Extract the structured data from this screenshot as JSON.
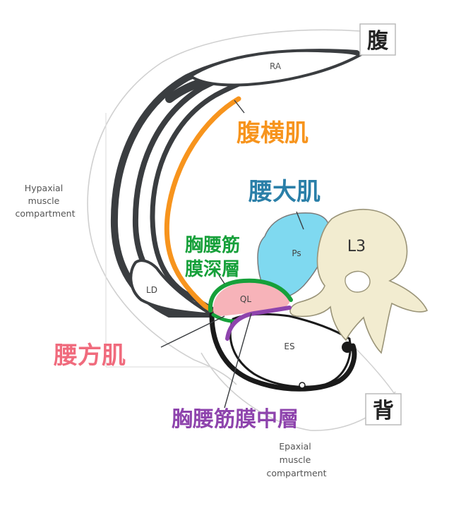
{
  "labels": {
    "ra": "RA",
    "ps": "Ps",
    "l3": "L3",
    "ld": "LD",
    "ql": "QL",
    "es": "ES"
  },
  "compartments": {
    "hypaxial": [
      "Hypaxial",
      "muscle",
      "compartment"
    ],
    "epaxial": [
      "Epaxial",
      "muscle",
      "compartment"
    ]
  },
  "callouts": {
    "abdomen": "腹",
    "back": "背",
    "transversus": "腹横肌",
    "psoas": "腰大肌",
    "tlf_deep": [
      "胸腰筋",
      "膜深層"
    ],
    "quadratus": "腰方肌",
    "tlf_middle": "胸腰筋膜中層"
  },
  "colors": {
    "transversus": "#f7941d",
    "psoas_label": "#2a7fa8",
    "psoas_fill": "#7fd9f0",
    "tlf_deep": "#16a03a",
    "quadratus": "#f06b7d",
    "quadratus_fill": "#f7b3b9",
    "tlf_middle": "#8e44ad",
    "muscle_dark": "#3a3d40",
    "bone": "#f2ecd0"
  }
}
